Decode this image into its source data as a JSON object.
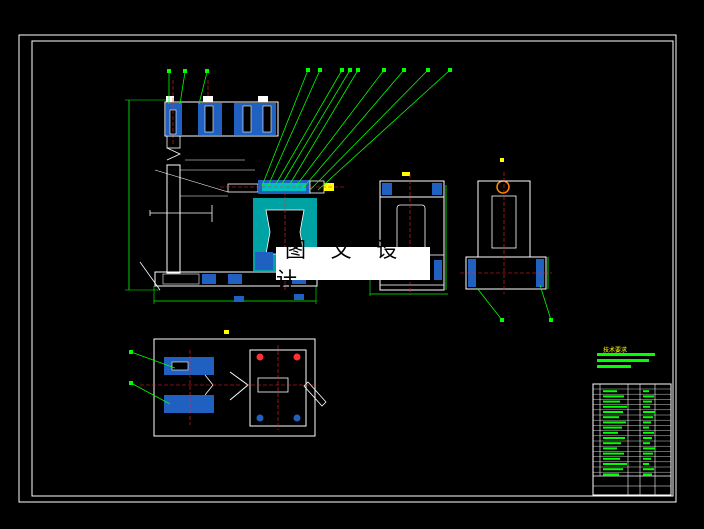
{
  "watermark": {
    "text": "图 文 设 计"
  },
  "notes": {
    "title": "技术要求"
  },
  "colors": {
    "background": "#000000",
    "frame": "#ffffff",
    "outline": "#ffffff",
    "section_fill": "#2060c0",
    "hatch": "#00c0c0",
    "centerline": "#ff2020",
    "dimension": "#00ff00",
    "leader": "#00ff00",
    "label": "#ffff00"
  },
  "views": [
    "front-view",
    "side-view",
    "end-view",
    "plan-view",
    "title-block"
  ],
  "balloon_count": 16
}
